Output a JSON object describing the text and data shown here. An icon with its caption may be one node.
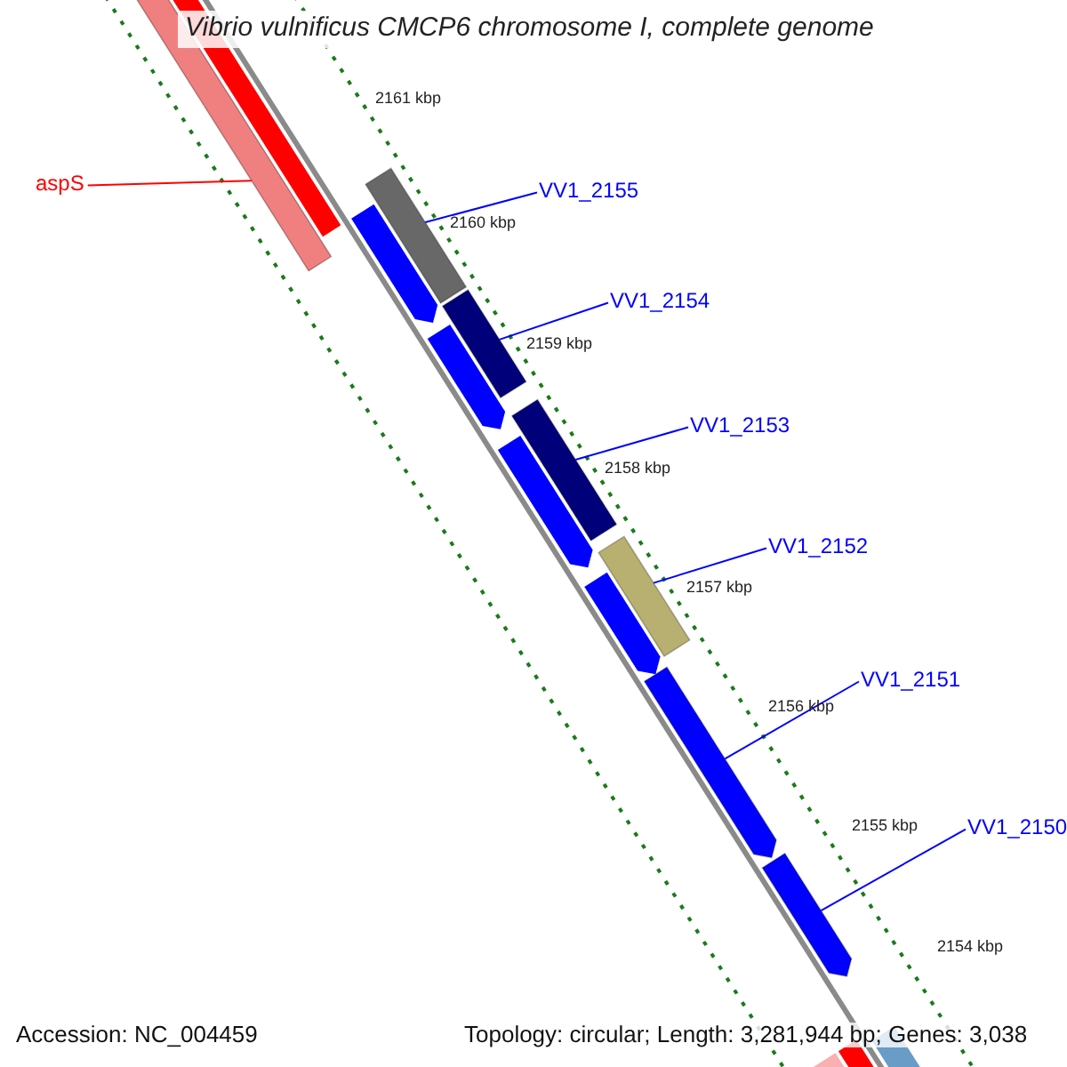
{
  "diagram": {
    "title": "Vibrio vulnificus CMCP6 chromosome I, complete genome",
    "nodes": [
      {
        "text": [
          "aspS"
        ]
      },
      {
        "text": [
          "VV1_2155"
        ]
      },
      {
        "text": [
          "VV1_2154"
        ]
      },
      {
        "text": [
          "VV1_2153"
        ]
      },
      {
        "text": [
          "VV1_2152"
        ]
      },
      {
        "text": [
          "VV1_2151"
        ]
      },
      {
        "text": [
          "VV1_2150"
        ]
      },
      {
        "text": [],
        "shape": "bar"
      },
      {
        "text": [],
        "shape": "bar"
      },
      {
        "text": [],
        "shape": "bar"
      },
      {
        "text": [],
        "shape": "bar"
      },
      {
        "text": [],
        "shape": "bar"
      },
      {
        "text": [],
        "shape": "arrow"
      },
      {
        "text": [],
        "shape": "arrow"
      }
    ],
    "edges": [
      {
        "from": 0,
        "to": 7,
        "arrow": "none",
        "color": "#ff0000"
      },
      {
        "from": 1,
        "to": 8,
        "arrow": "none"
      },
      {
        "from": 2,
        "to": 9,
        "arrow": "none"
      },
      {
        "from": 3,
        "to": 10,
        "arrow": "none"
      },
      {
        "from": 4,
        "to": 11,
        "arrow": "none"
      },
      {
        "from": 5,
        "to": 12,
        "arrow": "none"
      },
      {
        "from": 6,
        "to": 13,
        "arrow": "none"
      }
    ],
    "labels": [
      "2161 kbp",
      "2160 kbp",
      "2159 kbp",
      "2158 kbp",
      "2157 kbp",
      "2156 kbp",
      "2155 kbp",
      "2154 kbp",
      "Accession: NC_004459",
      "Topology: circular; Length: 3,281,944 bp; Genes: 3,038"
    ]
  }
}
